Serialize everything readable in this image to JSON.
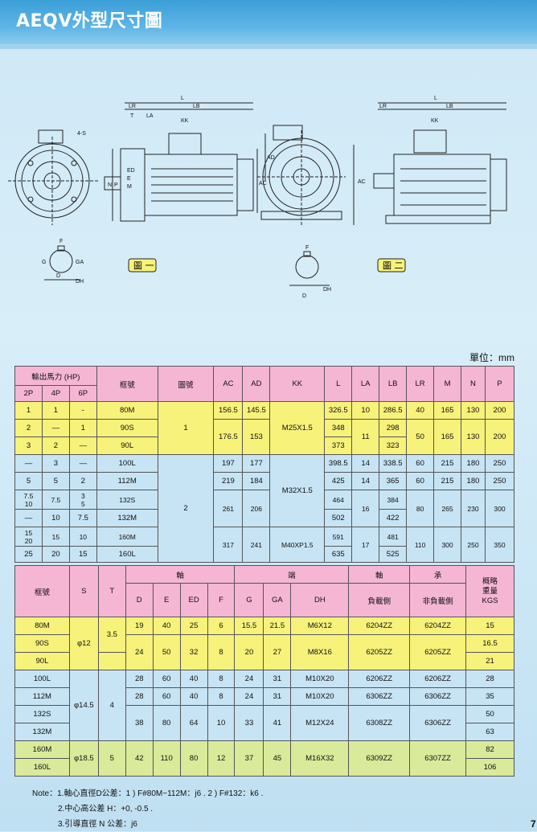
{
  "header": {
    "title": "AEQV外型尺寸圖"
  },
  "figures": {
    "fig1": "圖 一",
    "fig2": "圖 二"
  },
  "dim_labels": {
    "L": "L",
    "LR": "LR",
    "LB": "LB",
    "T": "T",
    "LA": "LA",
    "KK": "KK",
    "AD": "AD",
    "AC": "AC",
    "N": "N",
    "P": "P",
    "ED": "ED",
    "E": "E",
    "M": "M",
    "ns": "4-S",
    "F": "F",
    "G": "G",
    "GA": "GA",
    "D": "D",
    "DH": "DH"
  },
  "unit": "單位：mm",
  "table1": {
    "header_group": "輸出馬力 (HP)",
    "sub": [
      "2P",
      "4P",
      "6P"
    ],
    "cols": [
      "框號",
      "圖號",
      "AC",
      "AD",
      "KK",
      "L",
      "LA",
      "LB",
      "LR",
      "M",
      "N",
      "P"
    ],
    "rows": [
      [
        "1",
        "1",
        "-",
        "80M",
        "156.5",
        "145.5",
        "326.5",
        "10",
        "286.5",
        "40",
        "165",
        "130",
        "200"
      ],
      [
        "2",
        "—",
        "1",
        "90S",
        "348",
        "298"
      ],
      [
        "3",
        "2",
        "—",
        "90L",
        "373",
        "323"
      ],
      [
        "—",
        "3",
        "—",
        "100L",
        "197",
        "177",
        "398.5",
        "14",
        "338.5",
        "60",
        "215",
        "180",
        "250"
      ],
      [
        "5",
        "5",
        "2",
        "112M",
        "219",
        "184",
        "425",
        "14",
        "365",
        "60",
        "215",
        "180",
        "250"
      ],
      [
        "7.5\n10",
        "7.5",
        "3\n5",
        "132S",
        "464",
        "384"
      ],
      [
        "—",
        "10",
        "7.5",
        "132M",
        "502",
        "422"
      ],
      [
        "15\n20",
        "15",
        "10",
        "160M",
        "591",
        "481"
      ],
      [
        "25",
        "20",
        "15",
        "160L",
        "635",
        "525"
      ]
    ],
    "merged": {
      "fig1": "1",
      "fig2": "2",
      "ac2": "176.5",
      "ad2": "153",
      "kk1": "M25X1.5",
      "la2": "11",
      "lr2": "50",
      "m2": "165",
      "n2": "130",
      "p2": "200",
      "kk2": "M32X1.5",
      "ac6": "261",
      "ad6": "206",
      "la6": "16",
      "lr6": "80",
      "m6": "265",
      "n6": "230",
      "p6": "300",
      "ac8": "317",
      "ad8": "241",
      "kk3": "M40XP1.5",
      "la8": "17",
      "lr8": "110",
      "m8": "300",
      "n8": "250",
      "p8": "350"
    }
  },
  "table2": {
    "h_frame": "框號",
    "h_S": "S",
    "h_T": "T",
    "h_shaft": "軸",
    "h_end": "端",
    "h_bear1": "軸",
    "h_bear2": "承",
    "h_weight": "概略\n重量\nKGS",
    "sub": [
      "D",
      "E",
      "ED",
      "F",
      "G",
      "GA",
      "DH",
      "負載側",
      "非負載側"
    ],
    "rows": [
      [
        "80M",
        "19",
        "40",
        "25",
        "6",
        "15.5",
        "21.5",
        "M6X12",
        "6204ZZ",
        "6204ZZ",
        "15"
      ],
      [
        "90S",
        "16.5"
      ],
      [
        "90L",
        "21"
      ],
      [
        "100L",
        "28",
        "60",
        "40",
        "8",
        "24",
        "31",
        "M10X20",
        "6206ZZ",
        "6206ZZ",
        "28"
      ],
      [
        "112M",
        "28",
        "60",
        "40",
        "8",
        "24",
        "31",
        "M10X20",
        "6306ZZ",
        "6306ZZ",
        "35"
      ],
      [
        "132S",
        "50"
      ],
      [
        "132M",
        "63"
      ],
      [
        "160M",
        "82"
      ],
      [
        "160L",
        "106"
      ]
    ],
    "merged": {
      "s1": "φ12",
      "t1": "3.5",
      "r2": [
        "24",
        "50",
        "32",
        "8",
        "20",
        "27",
        "M8X16",
        "6205ZZ",
        "6205ZZ"
      ],
      "s2": "φ14.5",
      "t2": "4",
      "r6": [
        "38",
        "80",
        "64",
        "10",
        "33",
        "41",
        "M12X24",
        "6308ZZ",
        "6306ZZ"
      ],
      "s3": "φ18.5",
      "t3": "5",
      "r8": [
        "42",
        "110",
        "80",
        "12",
        "37",
        "45",
        "M16X32",
        "6309ZZ",
        "6307ZZ"
      ]
    }
  },
  "notes": [
    "Note：1.軸心直徑D公差：1 ) F#80M~112M：j6 . 2 ) F#132：k6 .",
    "2.中心高公差 H：+0, -0.5 .",
    "3.引導直徑 N 公差：j6"
  ],
  "page_number": "7"
}
